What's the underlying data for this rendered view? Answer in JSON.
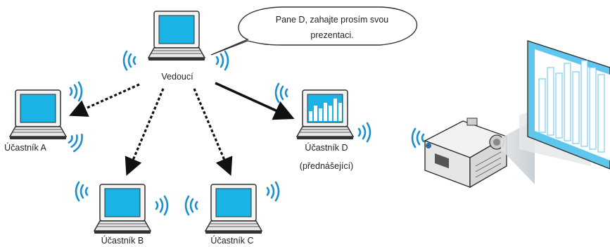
{
  "speech_bubble": {
    "line1": "Pane D, zahajte prosím svou",
    "line2": "prezentaci."
  },
  "nodes": {
    "leader": "Vedoucí",
    "participant_a": "Účastník A",
    "participant_b": "Účastník B",
    "participant_c": "Účastník C",
    "participant_d": "Účastník D",
    "participant_d_role": "(přednášející)"
  },
  "colors": {
    "screen": "#19b3e6",
    "laptop_body": "#f4f4f4",
    "laptop_outline": "#333333",
    "wifi": "#1a8fc9",
    "arrow": "#111111"
  }
}
